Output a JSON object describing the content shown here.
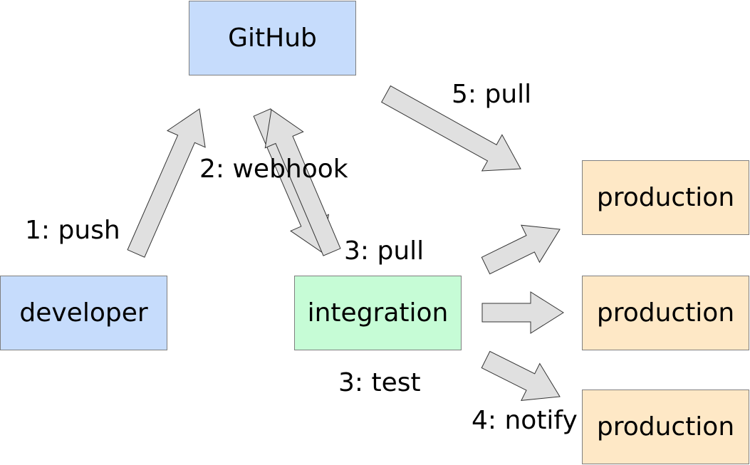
{
  "nodes": {
    "github": "GitHub",
    "developer": "developer",
    "integration": "integration",
    "production_1": "production",
    "production_2": "production",
    "production_3": "production"
  },
  "labels": {
    "push": "1: push",
    "webhook": "2: webhook",
    "pull_integration": "3: pull",
    "test": "3: test",
    "notify": "4: notify",
    "pull_production": "5: pull"
  },
  "colors": {
    "github_fill": "#c6dcfc",
    "developer_fill": "#c6dcfc",
    "integration_fill": "#c6fcd6",
    "production_fill": "#fee8c6",
    "arrow_fill": "#e0e0e0",
    "arrow_stroke": "#333333"
  }
}
